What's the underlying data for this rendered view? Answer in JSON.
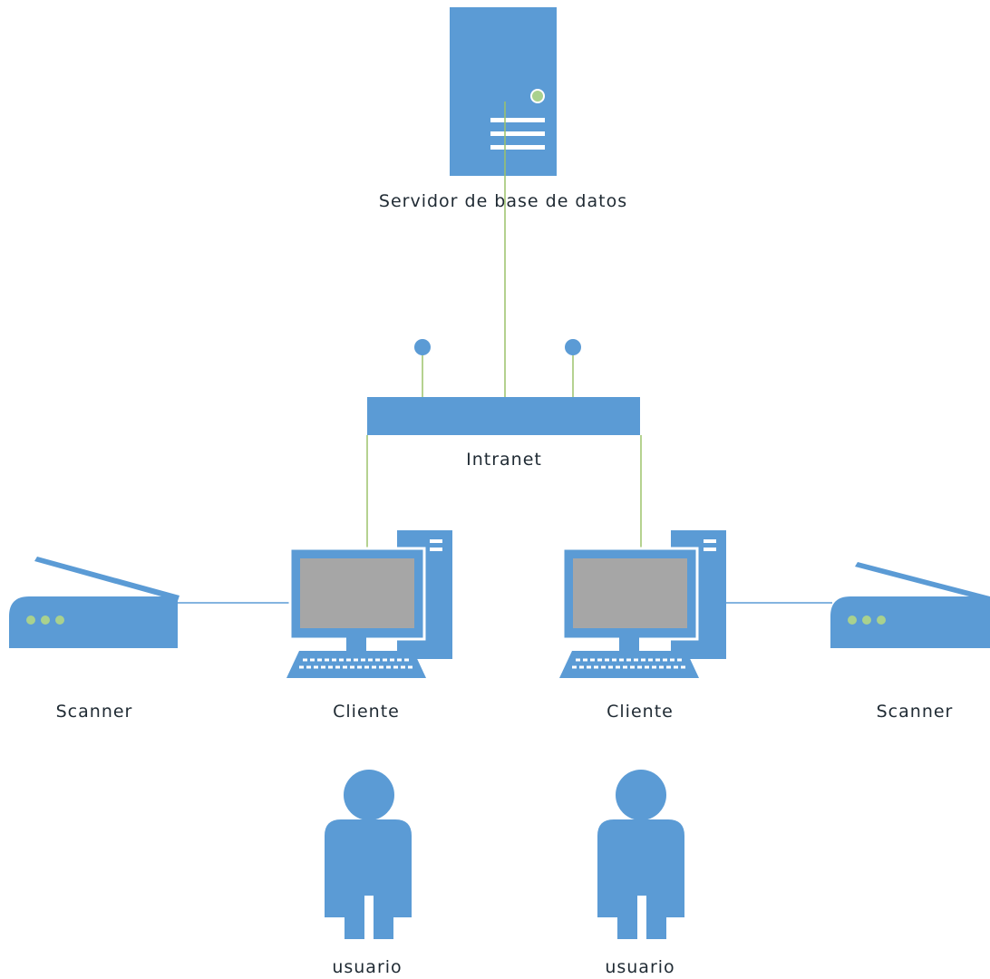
{
  "diagram": {
    "labels": {
      "server": "Servidor de base de datos",
      "network": "Intranet",
      "scanner_left": "Scanner",
      "client_left": "Cliente",
      "client_right": "Cliente",
      "scanner_right": "Scanner",
      "user_left": "usuario",
      "user_right": "usuario"
    },
    "colors": {
      "device": "#5b9bd5",
      "screen": "#a6a6a6",
      "link": "#9cc26a",
      "scanner_link": "#5b9bd5",
      "indicator": "#a9d18e",
      "label": "#1f2a33"
    },
    "icons": {
      "server": "server-icon",
      "network": "network-switch-icon",
      "client": "desktop-computer-icon",
      "scanner": "scanner-icon",
      "user": "user-icon"
    }
  }
}
